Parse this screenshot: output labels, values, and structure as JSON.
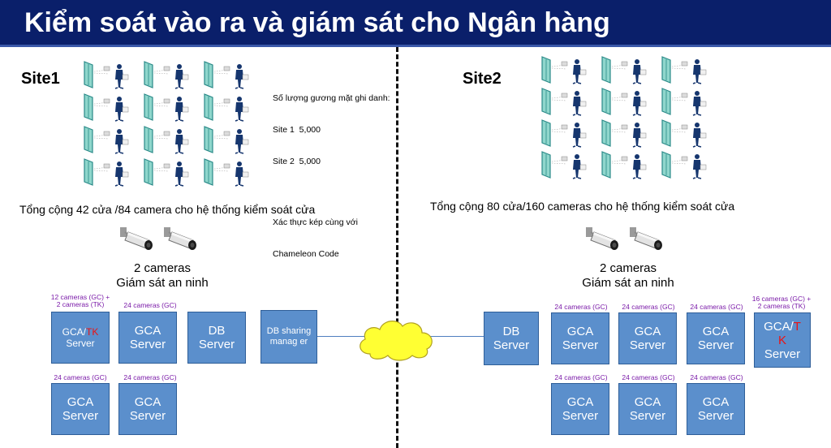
{
  "header": {
    "title": "Kiểm soát vào ra và giám sát cho Ngân hàng"
  },
  "site1": {
    "label": "Site1",
    "notes": {
      "line1": "Số lượng gương mặt ghi danh:",
      "line2": "Site 1  5,000",
      "line3": "Site 2  5,000",
      "line4": "Xác thực kép cùng với",
      "line5": "Chameleon Code"
    },
    "total": "Tổng cộng 42 cửa /84 camera cho hệ thống kiểm soát cửa",
    "cameras": {
      "line1": "2 cameras",
      "line2": "Giám sát an ninh"
    },
    "servers": [
      {
        "label_top": "12 cameras (GC) +",
        "label_bottom": "2 cameras (TK)",
        "text_a": "GCA/",
        "text_red": "TK",
        "text_b": "Server"
      },
      {
        "label": "24 cameras (GC)",
        "line1": "GCA",
        "line2": "Server"
      },
      {
        "line1": "DB",
        "line2": "Server"
      },
      {
        "text": "DB sharing manag er"
      },
      {
        "label": "24 cameras (GC)",
        "line1": "GCA",
        "line2": "Server"
      },
      {
        "label": "24 cameras (GC)",
        "line1": "GCA",
        "line2": "Server"
      }
    ]
  },
  "site2": {
    "label": "Site2",
    "total": "Tổng cộng 80 cửa/160 cameras cho hệ thống kiểm soát cửa",
    "cameras": {
      "line1": "2 cameras",
      "line2": "Giám sát an ninh"
    },
    "servers": [
      {
        "line1": "DB",
        "line2": "Server"
      },
      {
        "label": "24 cameras (GC)",
        "line1": "GCA",
        "line2": "Server"
      },
      {
        "label": "24 cameras (GC)",
        "line1": "GCA",
        "line2": "Server"
      },
      {
        "label": "24 cameras (GC)",
        "line1": "GCA",
        "line2": "Server"
      },
      {
        "label_top": "16 cameras (GC) +",
        "label_bottom": "2 cameras (TK)",
        "text_a": "GCA/",
        "text_red1": "T",
        "text_red2": "K",
        "text_b": "Server"
      },
      {
        "label": "24 cameras (GC)",
        "line1": "GCA",
        "line2": "Server"
      },
      {
        "label": "24 cameras (GC)",
        "line1": "GCA",
        "line2": "Server"
      },
      {
        "label": "24 cameras (GC)",
        "line1": "GCA",
        "line2": "Server"
      }
    ]
  },
  "colors": {
    "header_bg": "#0a1f6a",
    "server_box": "#5b8fcc",
    "camera_label": "#7a1aa8",
    "cloud": "#ffff33"
  },
  "icons": {
    "door": "turnstile-door-person-icon",
    "camera": "cctv-camera-icon",
    "network": "cloud-icon"
  }
}
